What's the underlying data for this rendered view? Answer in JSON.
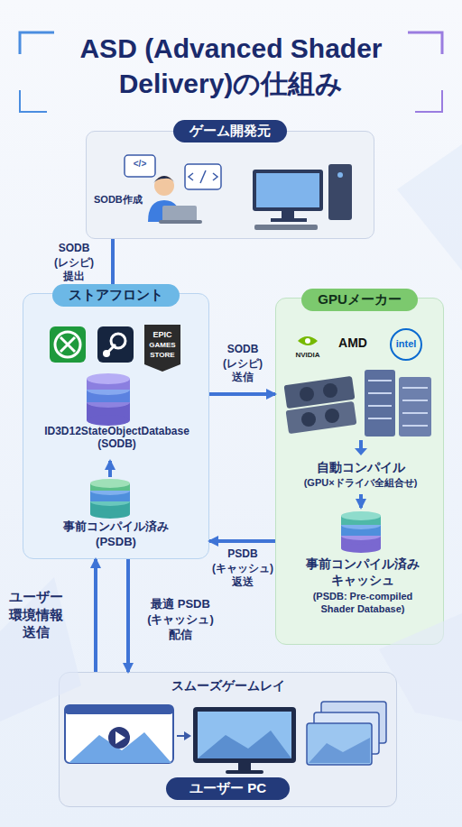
{
  "diagram": {
    "title": "ASD (Advanced Shader Delivery)の仕組み",
    "nodes": [
      {
        "text": [
          "ゲーム開発元",
          "SODB作成"
        ]
      },
      {
        "text": [
          "ストアフロント"
        ]
      },
      {
        "text": [
          "ID3D12StateObjectDatabase",
          "(SODB)"
        ],
        "in": 1
      },
      {
        "text": [
          "事前コンパイル済み",
          "(PSDB)"
        ],
        "in": 1
      },
      {
        "text": [
          "GPUメーカー"
        ]
      },
      {
        "text": [
          "自動コンパイル",
          "(GPU×ドライバ全組合せ)"
        ],
        "in": 4
      },
      {
        "text": [
          "事前コンパイル済み キャッシュ",
          "(PSDB: Pre-compiled Shader Database)"
        ],
        "in": 4
      },
      {
        "text": [
          "スムーズゲームレイ",
          "ユーザー PC"
        ]
      }
    ],
    "edges": [
      {
        "from": 0,
        "to": 1,
        "arrow": "to",
        "label": "SODB (レシピ) 提出"
      },
      {
        "from": 1,
        "to": 4,
        "arrow": "to",
        "label": "SODB (レシピ) 送信"
      },
      {
        "from": 3,
        "to": 2,
        "arrow": "to"
      },
      {
        "from": 5,
        "to": 6,
        "arrow": "to"
      },
      {
        "from": 4,
        "to": 1,
        "arrow": "to",
        "label": "PSDB (キャッシュ) 返送"
      },
      {
        "from": 7,
        "to": 1,
        "arrow": "to",
        "label": "ユーザー環境情報送信"
      },
      {
        "from": 1,
        "to": 7,
        "arrow": "to",
        "label": "最適 PSDB (キャッシュ) 配信"
      }
    ],
    "labels": [
      "</>",
      "EPIC",
      "GAMES",
      "STORE",
      "NVIDIA",
      "AMD",
      "intel"
    ]
  }
}
